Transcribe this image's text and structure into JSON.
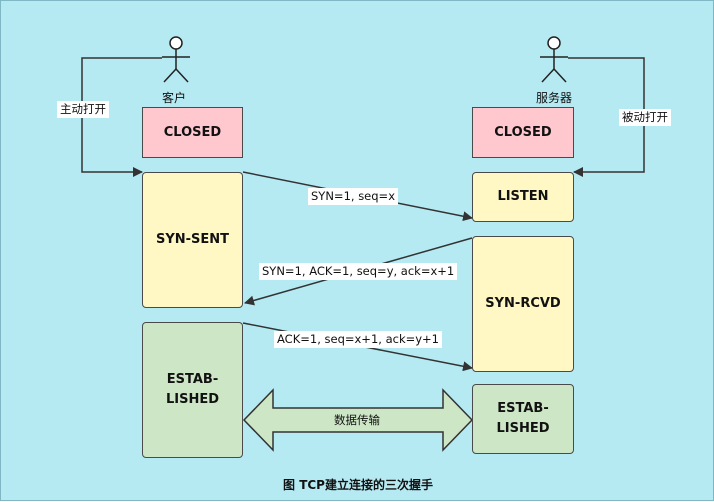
{
  "actors": {
    "client": "客户",
    "server": "服务器"
  },
  "actions": {
    "active_open": "主动打开",
    "passive_open": "被动打开"
  },
  "states": {
    "client_closed": "CLOSED",
    "server_closed": "CLOSED",
    "syn_sent": "SYN-SENT",
    "listen": "LISTEN",
    "syn_rcvd": "SYN-RCVD",
    "client_established": "ESTAB-\nLISHED",
    "server_established": "ESTAB-\nLISHED"
  },
  "messages": {
    "syn": "SYN=1,  seq=x",
    "syn_ack": "SYN=1, ACK=1, seq=y, ack=x+1",
    "ack": "ACK=1, seq=x+1, ack=y+1",
    "data": "数据传输"
  },
  "caption": "图 TCP建立连接的三次握手",
  "colors": {
    "background": "#b6eaf3",
    "closed": "#ffc8cf",
    "intermediate": "#fff8c4",
    "established": "#cde6c6"
  }
}
